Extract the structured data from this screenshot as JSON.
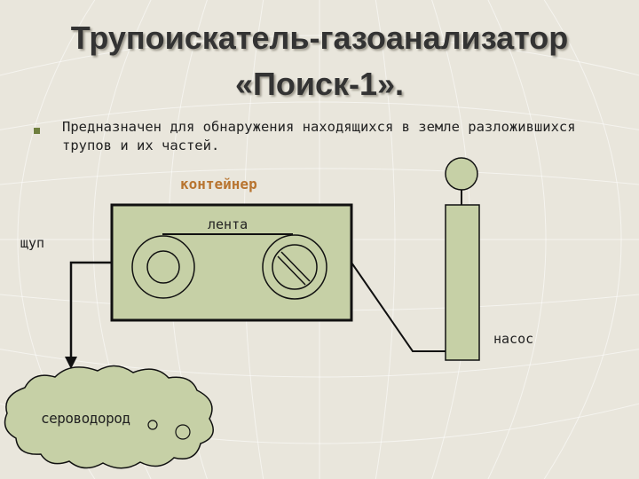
{
  "slide": {
    "title_line1": "Трупоискатель-газоанализатор",
    "title_line2": "«Поиск-1».",
    "bullet_text": "Предназначен для обнаружения находящихся в земле разложившихся трупов и их частей."
  },
  "diagram": {
    "labels": {
      "container": "контейнер",
      "tape": "лента",
      "probe": "щуп",
      "pump": "насос",
      "hydrogen_sulfide": "сероводород"
    }
  },
  "colors": {
    "background": "#e9e6dc",
    "device_fill": "#c6d0a6",
    "container_label": "#b8742f",
    "bullet": "#6f7f3f"
  }
}
